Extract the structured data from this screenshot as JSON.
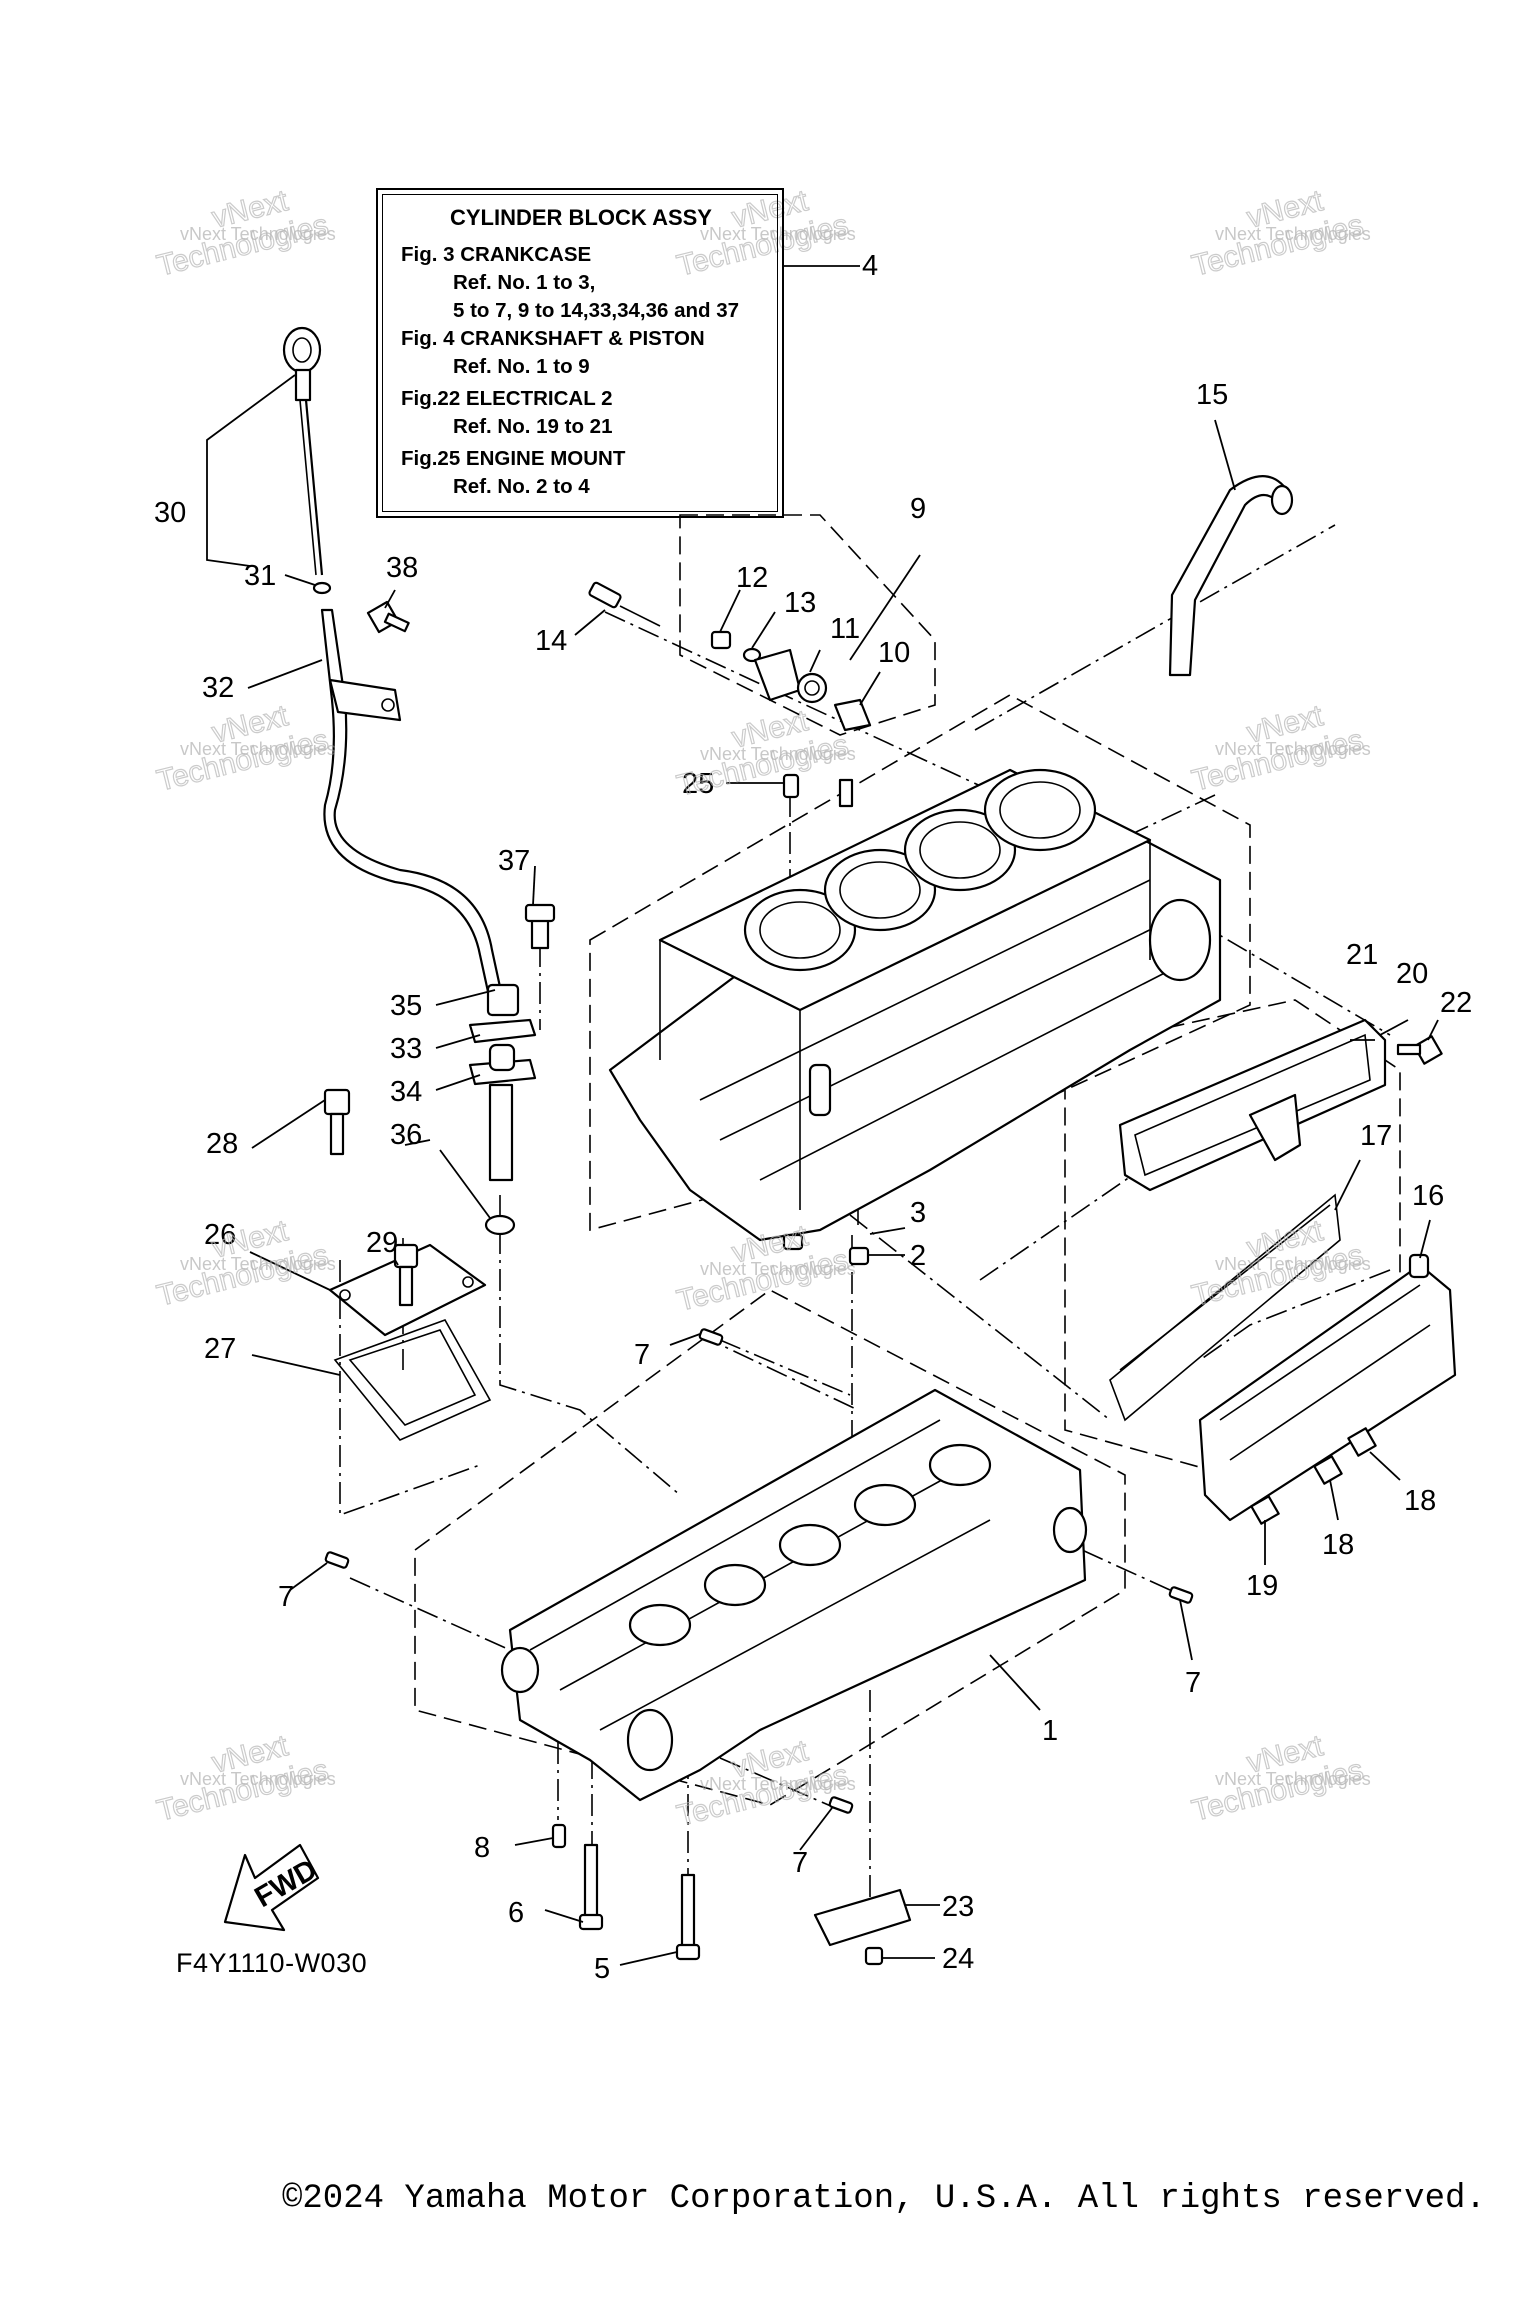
{
  "info_box": {
    "title": "CYLINDER BLOCK ASSY",
    "entries": [
      {
        "fig": "Fig.  3 CRANKCASE",
        "refs": [
          "Ref. No. 1 to 3,",
          "5 to 7, 9 to 14,33,34,36 and 37"
        ]
      },
      {
        "fig": "Fig.  4 CRANKSHAFT & PISTON",
        "refs": [
          "Ref. No. 1 to 9"
        ]
      },
      {
        "fig": "Fig.22 ELECTRICAL 2",
        "refs": [
          "Ref. No. 19 to 21"
        ]
      },
      {
        "fig": "Fig.25 ENGINE MOUNT",
        "refs": [
          "Ref. No. 2 to 4"
        ]
      }
    ]
  },
  "callouts": {
    "c1": "1",
    "c2": "2",
    "c3": "3",
    "c4": "4",
    "c5": "5",
    "c6": "6",
    "c7a": "7",
    "c7b": "7",
    "c7c": "7",
    "c7d": "7",
    "c8": "8",
    "c9": "9",
    "c10": "10",
    "c11": "11",
    "c12": "12",
    "c13": "13",
    "c14": "14",
    "c15": "15",
    "c16": "16",
    "c17": "17",
    "c18a": "18",
    "c18b": "18",
    "c19": "19",
    "c20": "20",
    "c21": "21",
    "c22": "22",
    "c23": "23",
    "c24": "24",
    "c25": "25",
    "c26": "26",
    "c27": "27",
    "c28": "28",
    "c29": "29",
    "c30": "30",
    "c31": "31",
    "c32": "32",
    "c33": "33",
    "c34": "34",
    "c35": "35",
    "c36": "36",
    "c37": "37",
    "c38": "38"
  },
  "fwd_label": "FWD",
  "diagram_code": "F4Y1110-W030",
  "copyright": "©2024 Yamaha Motor Corporation, U.S.A. All rights reserved.",
  "watermark": {
    "line1": "vNext Technologies",
    "line2": "vNext",
    "line3": "Technologies"
  }
}
